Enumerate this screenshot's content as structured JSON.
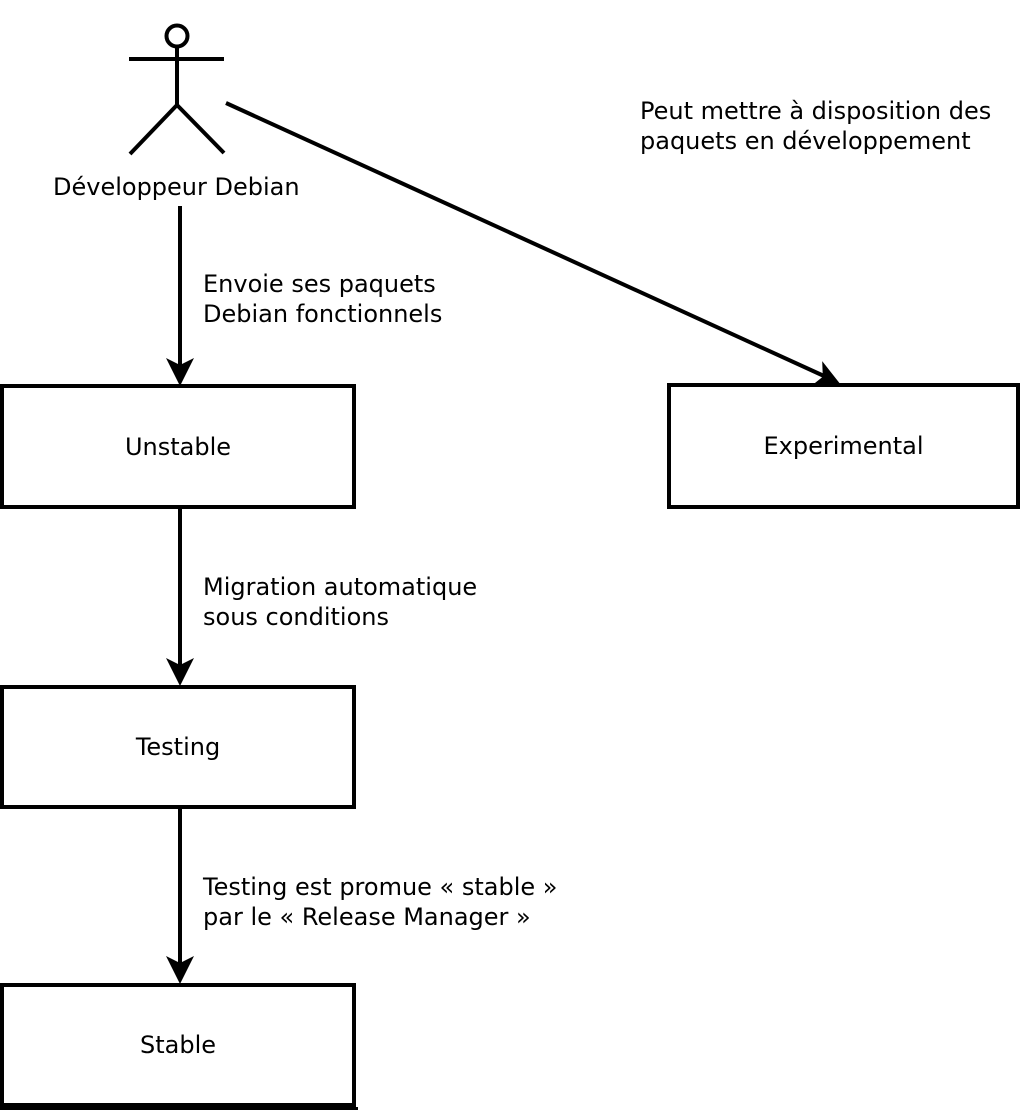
{
  "actor": {
    "label": "Développeur Debian",
    "icon": "stick-figure-person"
  },
  "boxes": {
    "unstable": "Unstable",
    "experimental": "Experimental",
    "testing": "Testing",
    "stable": "Stable"
  },
  "edge_labels": {
    "to_experimental": "Peut mettre à disposition des\npaquets en développement",
    "to_unstable": "Envoie ses paquets\nDebian fonctionnels",
    "to_testing": "Migration automatique\nsous conditions",
    "to_stable": "Testing est promue « stable »\npar le « Release Manager »"
  },
  "colors": {
    "ink": "#000000",
    "background": "#ffffff"
  }
}
